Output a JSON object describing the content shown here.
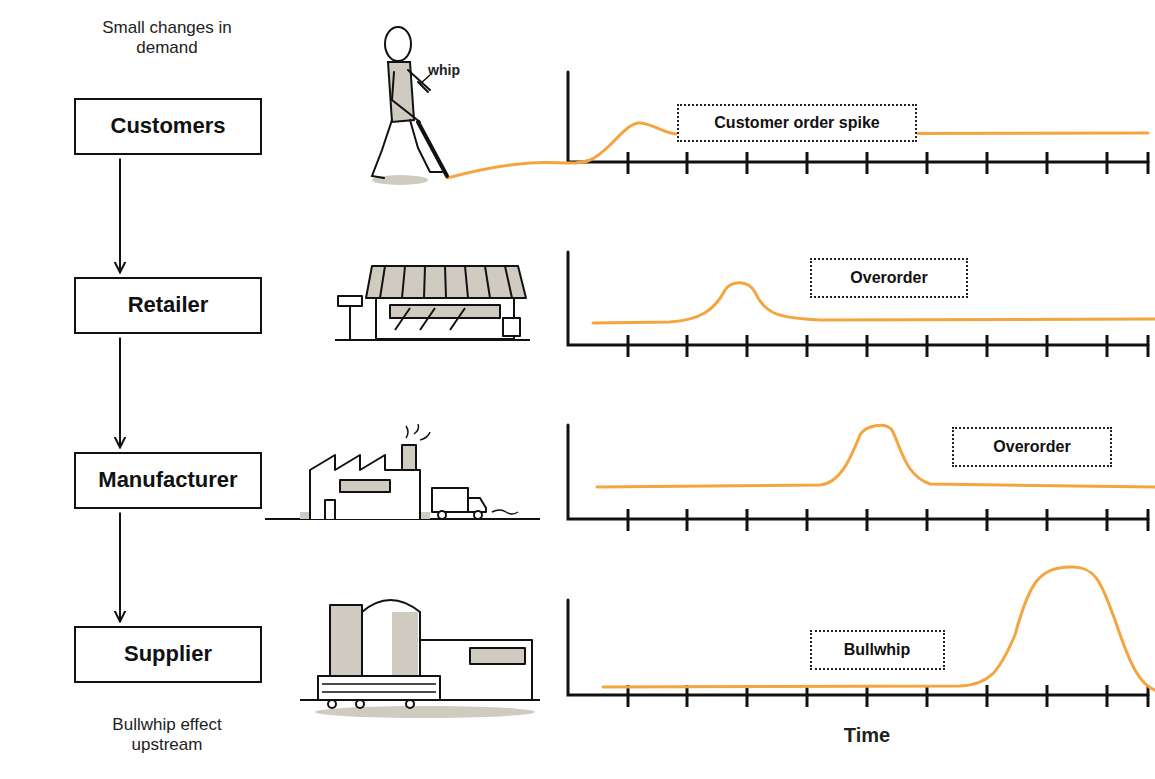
{
  "diagram": {
    "nodes": [
      {
        "text": [
          "Customers"
        ]
      },
      {
        "text": [
          "Customer order spike"
        ]
      },
      {
        "text": [
          "Retailer"
        ]
      },
      {
        "text": [
          "Overorder"
        ]
      },
      {
        "text": [
          "Manufacturer"
        ]
      },
      {
        "text": [
          "Overorder"
        ]
      },
      {
        "text": [
          "Supplier"
        ]
      },
      {
        "text": [
          "Bullwhip"
        ]
      }
    ],
    "edges": [
      {
        "from": 0,
        "to": 2,
        "arrow": "to"
      },
      {
        "from": 2,
        "to": 4,
        "arrow": "to"
      },
      {
        "from": 4,
        "to": 6,
        "arrow": "to"
      }
    ],
    "labels": [
      "Small changes in demand",
      "whip",
      "Bullwhip effect upstream",
      "Time"
    ]
  }
}
